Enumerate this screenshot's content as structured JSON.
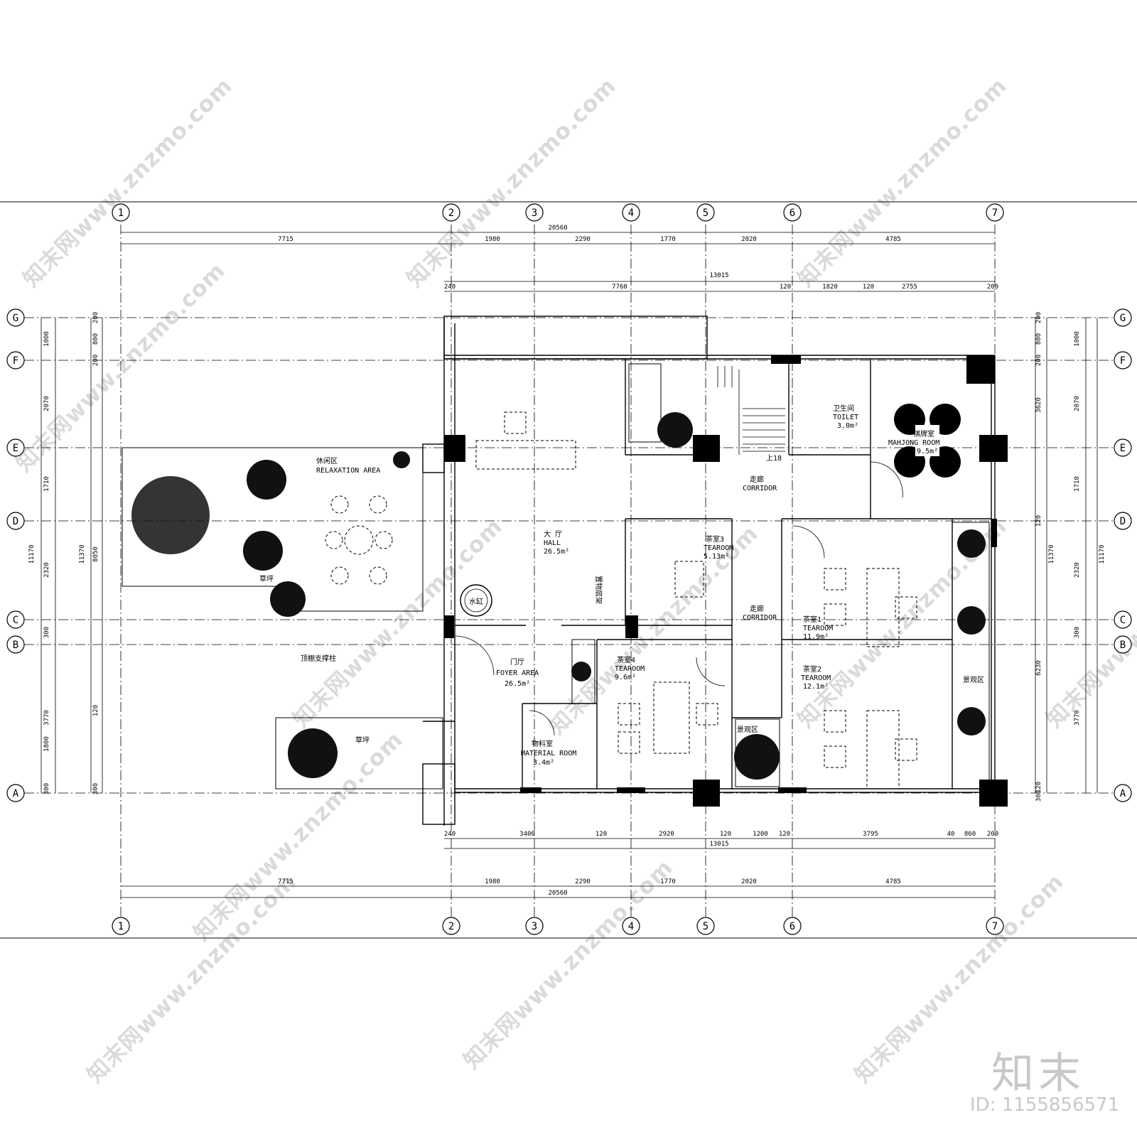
{
  "grid": {
    "columns": [
      "1",
      "2",
      "3",
      "4",
      "5",
      "6",
      "7"
    ],
    "rows": [
      "G",
      "F",
      "E",
      "D",
      "C",
      "B",
      "A"
    ]
  },
  "dimensions": {
    "top_total": "20560",
    "top_spans": [
      "7715",
      "1980",
      "2290",
      "1770",
      "2020",
      "4785"
    ],
    "inner_top_total": "13015",
    "inner_top_spans": [
      "240",
      "7760",
      "120",
      "1820",
      "120",
      "2755",
      "200"
    ],
    "inner_bottom_spans": [
      "240",
      "3400",
      "120",
      "2920",
      "120",
      "1200",
      "120",
      "3795",
      "40",
      "860",
      "200"
    ],
    "inner_bottom_total": "13015",
    "bottom_spans": [
      "7715",
      "1980",
      "2290",
      "1770",
      "2020",
      "4785"
    ],
    "bottom_total": "20560",
    "left_spans": [
      "1000",
      "2070",
      "1710",
      "2320",
      "300",
      "3770",
      "1800",
      "300"
    ],
    "left_small": [
      "200",
      "800",
      "200",
      "120",
      "300"
    ],
    "left_totals": [
      "11170",
      "11370",
      "8050"
    ],
    "right_spans": [
      "1000",
      "2070",
      "1710",
      "2320",
      "300",
      "3770"
    ],
    "right_small": [
      "200",
      "800",
      "200",
      "3620",
      "120",
      "6230",
      "120",
      "300"
    ],
    "right_totals": [
      "11370",
      "11170"
    ]
  },
  "rooms": {
    "relaxation": {
      "cn": "休闲区",
      "en": "RELAXATION AREA"
    },
    "lawn_top": "草坪",
    "lawn_bottom": "草坪",
    "hall": {
      "cn": "大 厅",
      "en": "HALL",
      "area": "26.5m²"
    },
    "water_tank": "水缸",
    "canopy_column": "顶棚支撑柱",
    "foyer": {
      "cn": "门厅",
      "en": "FOYER AREA",
      "area": "26.5m²"
    },
    "material": {
      "cn": "物料室",
      "en": "MATERIAL ROOM",
      "area": "3.4m²"
    },
    "tearoom3": {
      "cn": "茶室3",
      "en": "TEAROOM",
      "area": "5.13m²"
    },
    "storage_rack": "置物层架",
    "tearoom4": {
      "cn": "茶室4",
      "en": "TEAROOM",
      "area": "9.6m²"
    },
    "corridor1": {
      "cn": "走廊",
      "en": "CORRIDOR"
    },
    "corridor2": {
      "cn": "走廊",
      "en": "CORRIDOR"
    },
    "stair_up": "上18",
    "toilet": {
      "cn": "卫生间",
      "en": "TOILET",
      "area": "3.0m²"
    },
    "mahjong": {
      "cn": "棋牌室",
      "en": "MAHJONG ROOM",
      "area": "9.5m²"
    },
    "tearoom1": {
      "cn": "茶室1",
      "en": "TEAROOM",
      "area": "11.9m²"
    },
    "tearoom2": {
      "cn": "茶室2",
      "en": "TEAROOM",
      "area": "12.1m²"
    },
    "landscape1": "景观区",
    "landscape2": "景观区"
  },
  "watermark": "知末网www.znzmo.com",
  "brand": "知末",
  "image_id": "ID: 1155856571"
}
